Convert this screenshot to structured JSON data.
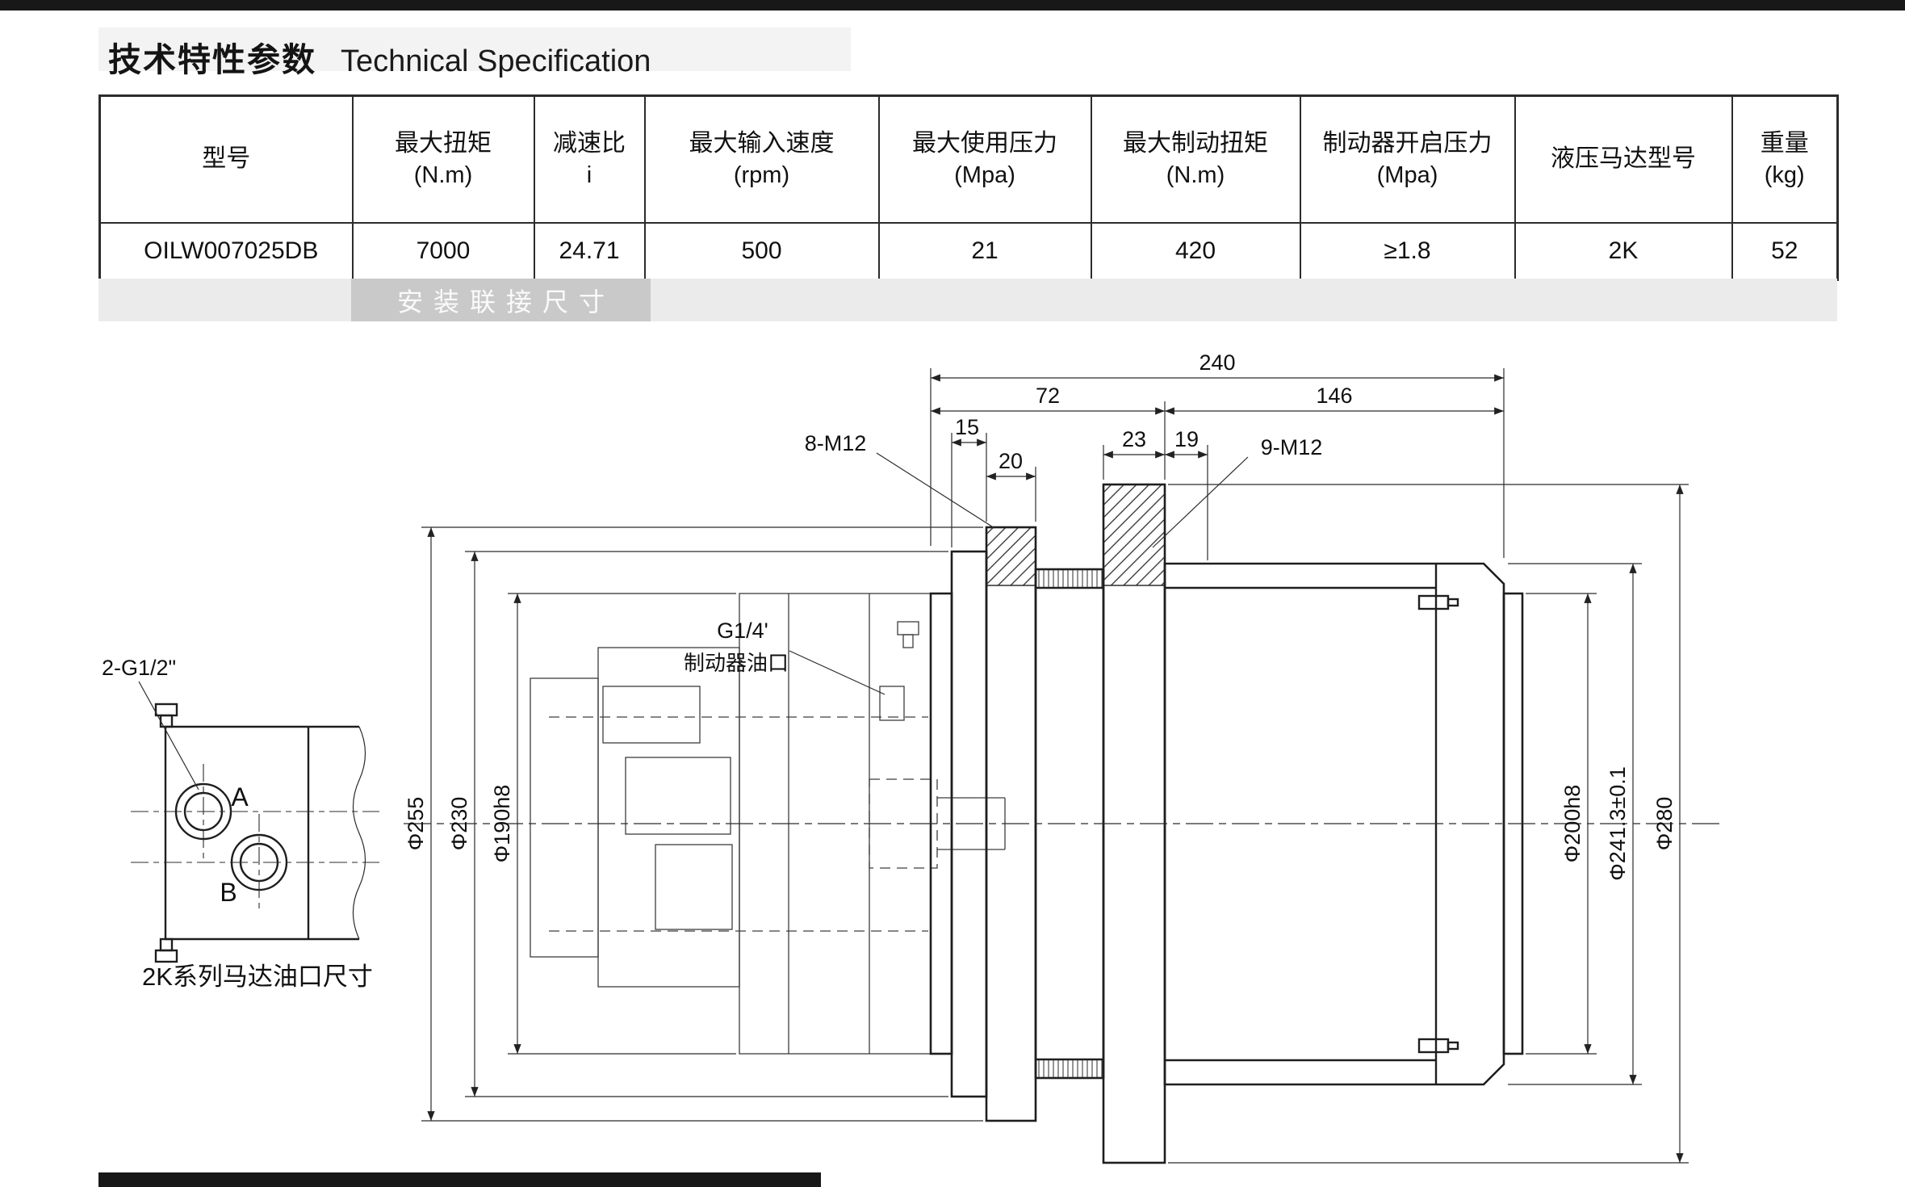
{
  "header": {
    "title_zh": "技术特性参数",
    "title_en": "Technical Specification"
  },
  "spec_table": {
    "columns": [
      {
        "zh": "型号",
        "sub": ""
      },
      {
        "zh": "最大扭矩",
        "sub": "(N.m)"
      },
      {
        "zh": "减速比",
        "sub": "i"
      },
      {
        "zh": "最大输入速度",
        "sub": "(rpm)"
      },
      {
        "zh": "最大使用压力",
        "sub": "(Mpa)"
      },
      {
        "zh": "最大制动扭矩",
        "sub": "(N.m)"
      },
      {
        "zh": "制动器开启压力",
        "sub": "(Mpa)"
      },
      {
        "zh": "液压马达型号",
        "sub": ""
      },
      {
        "zh": "重量",
        "sub": "(kg)"
      }
    ],
    "row": {
      "model": "OILW007025DB",
      "max_torque": "7000",
      "ratio": "24.71",
      "max_input_speed": "500",
      "max_pressure": "21",
      "max_brake_torque": "420",
      "brake_open_pressure": "≥1.8",
      "motor_model": "2K",
      "weight": "52"
    }
  },
  "banner": {
    "label": "安装联接尺寸"
  },
  "drawing": {
    "dims": {
      "overall": "240",
      "d72": "72",
      "d146": "146",
      "d15": "15",
      "d20": "20",
      "d23": "23",
      "d19": "19",
      "bolts_front": "8-M12",
      "bolts_rear": "9-M12",
      "brake_port_size": "G1/4'",
      "brake_port_label": "制动器油口",
      "phi255": "Φ255",
      "phi230": "Φ230",
      "phi190": "Φ190h8",
      "phi200": "Φ200h8",
      "phi241": "Φ241.3±0.1",
      "phi280": "Φ280"
    },
    "port_view": {
      "thread": "2-G1/2\"",
      "port_a": "A",
      "port_b": "B",
      "caption": "2K系列马达油口尺寸"
    }
  }
}
